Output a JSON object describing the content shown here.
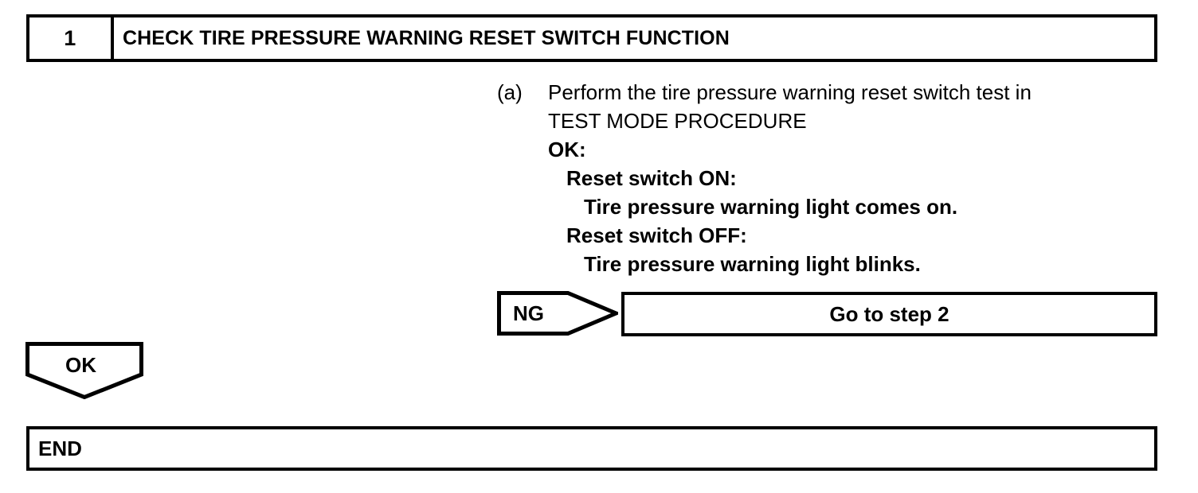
{
  "page": {
    "title": "Diagnostic Flow Chart",
    "background_color": "#ffffff",
    "line_color": "#000000"
  },
  "step_header": {
    "number": "1",
    "title": "CHECK TIRE PRESSURE WARNING RESET SWITCH FUNCTION"
  },
  "instructions": {
    "marker": "(a)",
    "lines": [
      {
        "text": "Perform the tire pressure warning reset switch test in",
        "bold": false,
        "indent": 0,
        "has_marker": true
      },
      {
        "text": "TEST MODE PROCEDURE",
        "bold": false,
        "indent": 0,
        "has_marker": false
      },
      {
        "text": "OK:",
        "bold": true,
        "indent": 0,
        "has_marker": false
      },
      {
        "text": "Reset switch ON:",
        "bold": true,
        "indent": 1,
        "has_marker": false
      },
      {
        "text": "Tire pressure warning light comes on.",
        "bold": true,
        "indent": 2,
        "has_marker": false
      },
      {
        "text": "Reset switch OFF:",
        "bold": true,
        "indent": 1,
        "has_marker": false
      },
      {
        "text": "Tire pressure warning light blinks.",
        "bold": true,
        "indent": 2,
        "has_marker": false
      }
    ]
  },
  "ng_branch": {
    "arrow_label": "NG",
    "target_label": "Go to step 2"
  },
  "ok_branch": {
    "arrow_label": "OK",
    "target_label": "END"
  }
}
